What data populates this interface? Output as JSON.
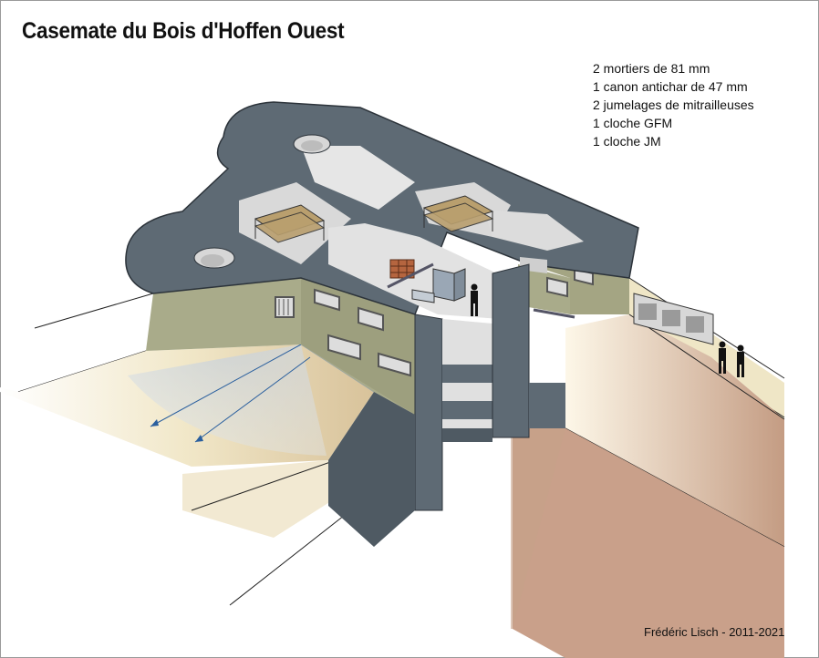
{
  "title": "Casemate du Bois d'Hoffen Ouest",
  "armament": [
    "2 mortiers de 81 mm",
    "1 canon antichar de 47 mm",
    "2 jumelages de mitrailleuses",
    "1 cloche GFM",
    "1 cloche JM"
  ],
  "credit": "Frédéric Lisch - 2011-2021",
  "colors": {
    "concrete_roof": "#5e6a74",
    "concrete_cut": "#4f5a63",
    "wall_khaki": "#a9ab8a",
    "floor_grey": "#e6e6e6",
    "earth": "#c9a88d",
    "sand": "#e9dcb4",
    "fire_arc": "#bfc9d6",
    "arrow_blue": "#2a5f9e"
  },
  "icons": [
    "soldier-icon",
    "bunk-bed-icon",
    "ammunition-crates-icon",
    "rack-icon",
    "firing-arc-arrow-icon"
  ]
}
